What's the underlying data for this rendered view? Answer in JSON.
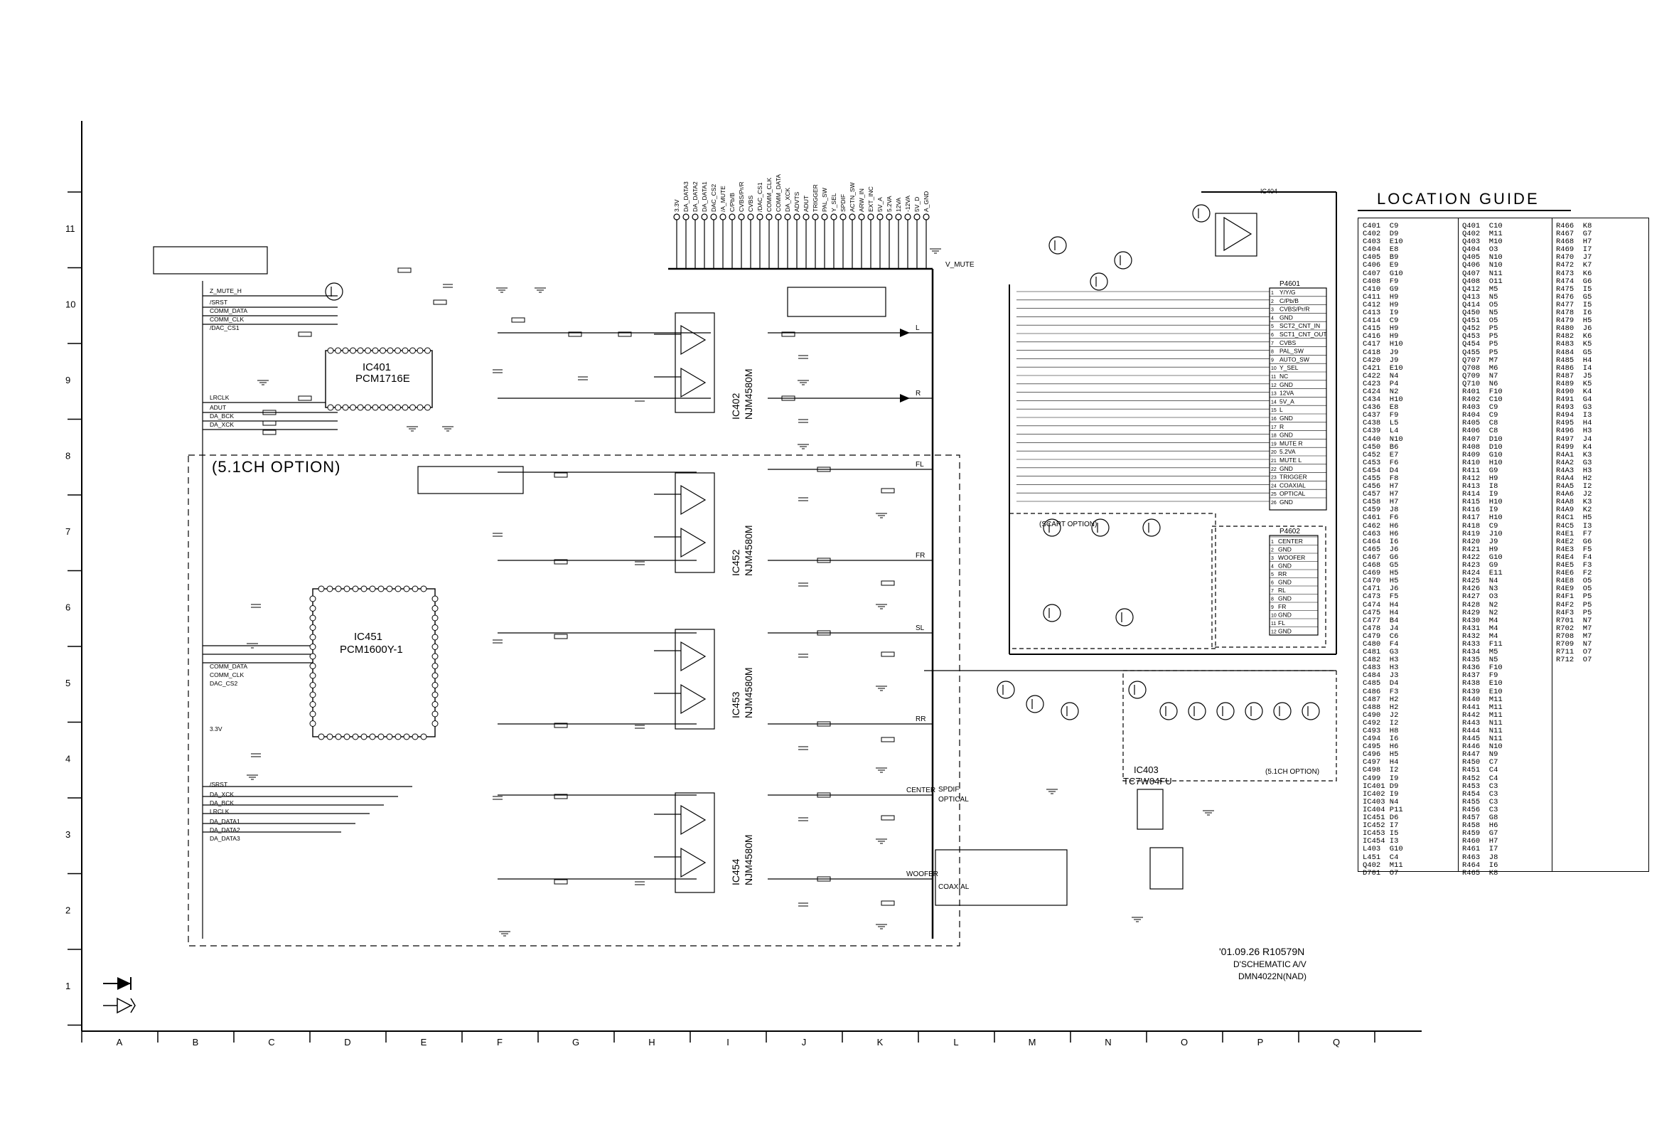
{
  "grid": {
    "columns": [
      "A",
      "B",
      "C",
      "D",
      "E",
      "F",
      "G",
      "H",
      "I",
      "J",
      "K",
      "L",
      "M",
      "N",
      "O",
      "P",
      "Q"
    ],
    "rows": [
      "11",
      "10",
      "9",
      "8",
      "7",
      "6",
      "5",
      "4",
      "3",
      "2",
      "1"
    ]
  },
  "option_box_label": "(5.1CH OPTION)",
  "ics": [
    {
      "ref": "IC401",
      "part": "PCM1716E"
    },
    {
      "ref": "IC451",
      "part": "PCM1600Y-1"
    },
    {
      "ref": "IC402",
      "part": "NJM4580M"
    },
    {
      "ref": "IC452",
      "part": "NJM4580M"
    },
    {
      "ref": "IC453",
      "part": "NJM4580M"
    },
    {
      "ref": "IC454",
      "part": "NJM4580M"
    },
    {
      "ref": "IC403",
      "part": "TC7W04FU"
    },
    {
      "ref": "IC404",
      "part": ""
    }
  ],
  "connector_labels_top": [
    "3.3V",
    "DA_DATA3",
    "DA_DATA2",
    "DA_DATA1",
    "DAC_CS2",
    "/A_MUTE",
    "C/Pb/B",
    "CVBS/Pr/R",
    "CVBS",
    "/DAC_CS1",
    "COMM_CLK",
    "COMM_DATA",
    "DA_XCK",
    "ADVTS",
    "ADUT",
    "TRIGGER",
    "PAL_SW",
    "Y_SEL",
    "SPDIF",
    "ACTN_SW",
    "ARW_IN",
    "EXT_INC",
    "5V_A",
    "5.2VA",
    "12VA",
    "-12VA",
    "5V_D",
    "A_GND"
  ],
  "left_signals": [
    "Z_MUTE_H",
    "/SRST",
    "COMM_DATA",
    "COMM_CLK",
    "/DAC_CS1",
    "LRCLK",
    "ADUT",
    "DA_BCK",
    "DA_XCK",
    "COMM_DATA",
    "COMM_CLK",
    "DAC_CS2",
    "3.3V",
    "/SRST",
    "DA_XCK",
    "DA_BCK",
    "LRCLK",
    "DA_DATA1",
    "DA_DATA2",
    "DA_DATA3"
  ],
  "outputs": [
    "L",
    "R",
    "FL",
    "FR",
    "SL",
    "RR",
    "CENTER",
    "WOOFER",
    "SPDIF",
    "OPTICAL",
    "COAXIAL",
    "V_MUTE"
  ],
  "p4601": {
    "ref": "P4601",
    "pins": [
      "Y/Y/G",
      "C/Pb/B",
      "CVBS/Pr/R",
      "GND",
      "SCT2_CNT_IN",
      "SCT1_CNT_OUT",
      "CVBS",
      "PAL_SW",
      "AUTO_SW",
      "Y_SEL",
      "NC",
      "GND",
      "12VA",
      "5V_A",
      "L",
      "GND",
      "R",
      "GND",
      "MUTE R",
      "5.2VA",
      "MUTE L",
      "GND",
      "TRIGGER",
      "COAXIAL",
      "OPTICAL",
      "GND"
    ]
  },
  "p4602": {
    "ref": "P4602",
    "pins": [
      "CENTER",
      "GND",
      "WOOFER",
      "GND",
      "RR",
      "GND",
      "RL",
      "GND",
      "FR",
      "GND",
      "FL",
      "GND"
    ]
  },
  "scart_option": "(SCART OPTION)",
  "option_51_small": "(5.1CH OPTION)",
  "revision": {
    "line1": "'01.09.26 R10579N",
    "line2": "D'SCHEMATIC A/V",
    "line3": "DMN4022N(NAD)"
  },
  "location_guide": {
    "title": "LOCATION GUIDE",
    "col1": [
      [
        "C401",
        "C9"
      ],
      [
        "C402",
        "D9"
      ],
      [
        "C403",
        "E10"
      ],
      [
        "C404",
        "E8"
      ],
      [
        "C405",
        "B9"
      ],
      [
        "C406",
        "E9"
      ],
      [
        "C407",
        "G10"
      ],
      [
        "C408",
        "F9"
      ],
      [
        "C410",
        "G9"
      ],
      [
        "C411",
        "H9"
      ],
      [
        "C412",
        "H9"
      ],
      [
        "C413",
        "I9"
      ],
      [
        "C414",
        "C9"
      ],
      [
        "C415",
        "H9"
      ],
      [
        "C416",
        "H9"
      ],
      [
        "C417",
        "H10"
      ],
      [
        "C418",
        "J9"
      ],
      [
        "C420",
        "J9"
      ],
      [
        "C421",
        "E10"
      ],
      [
        "C422",
        "N4"
      ],
      [
        "C423",
        "P4"
      ],
      [
        "C424",
        "N2"
      ],
      [
        "C434",
        "H10"
      ],
      [
        "C436",
        "E8"
      ],
      [
        "C437",
        "F9"
      ],
      [
        "C438",
        "L5"
      ],
      [
        "C439",
        "L4"
      ],
      [
        "C440",
        "N10"
      ],
      [
        "C450",
        "B6"
      ],
      [
        "C452",
        "E7"
      ],
      [
        "C453",
        "F6"
      ],
      [
        "C454",
        "D4"
      ],
      [
        "C455",
        "F8"
      ],
      [
        "C456",
        "H7"
      ],
      [
        "C457",
        "H7"
      ],
      [
        "C458",
        "H7"
      ],
      [
        "C459",
        "J8"
      ],
      [
        "C461",
        "F6"
      ],
      [
        "C462",
        "H6"
      ],
      [
        "C463",
        "H6"
      ],
      [
        "C464",
        "I6"
      ],
      [
        "C465",
        "J6"
      ],
      [
        "C467",
        "G6"
      ],
      [
        "C468",
        "G5"
      ],
      [
        "C469",
        "H5"
      ],
      [
        "C470",
        "H5"
      ],
      [
        "C471",
        "J6"
      ],
      [
        "C473",
        "F5"
      ],
      [
        "C474",
        "H4"
      ],
      [
        "C475",
        "H4"
      ],
      [
        "C477",
        "B4"
      ],
      [
        "C478",
        "J4"
      ],
      [
        "C479",
        "C6"
      ],
      [
        "C480",
        "F4"
      ],
      [
        "C481",
        "G3"
      ],
      [
        "C482",
        "H3"
      ],
      [
        "C483",
        "H3"
      ],
      [
        "C484",
        "J3"
      ],
      [
        "C485",
        "D4"
      ],
      [
        "C486",
        "F3"
      ],
      [
        "C487",
        "H2"
      ],
      [
        "C488",
        "H2"
      ],
      [
        "C490",
        "J2"
      ],
      [
        "C492",
        "I2"
      ],
      [
        "C493",
        "H8"
      ],
      [
        "C494",
        "I6"
      ],
      [
        "C495",
        "H6"
      ],
      [
        "C496",
        "H5"
      ],
      [
        "C497",
        "H4"
      ],
      [
        "C498",
        "I2"
      ],
      [
        "C499",
        "I9"
      ],
      [
        "IC401",
        "D9"
      ],
      [
        "IC402",
        "I9"
      ],
      [
        "IC403",
        "N4"
      ],
      [
        "IC404",
        "P11"
      ],
      [
        "IC451",
        "D6"
      ],
      [
        "IC452",
        "I7"
      ],
      [
        "IC453",
        "I5"
      ],
      [
        "IC454",
        "I3"
      ],
      [
        "L403",
        "G10"
      ],
      [
        "L451",
        "C4"
      ],
      [
        "Q402",
        "M11"
      ],
      [
        "D701",
        "O7"
      ]
    ],
    "col2": [
      [
        "Q401",
        "C10"
      ],
      [
        "Q402",
        "M11"
      ],
      [
        "Q403",
        "M10"
      ],
      [
        "Q404",
        "O3"
      ],
      [
        "Q405",
        "N10"
      ],
      [
        "Q406",
        "N10"
      ],
      [
        "Q407",
        "N11"
      ],
      [
        "Q408",
        "O11"
      ],
      [
        "Q412",
        "M5"
      ],
      [
        "Q413",
        "N5"
      ],
      [
        "Q414",
        "O5"
      ],
      [
        "Q450",
        "N5"
      ],
      [
        "Q451",
        "O5"
      ],
      [
        "Q452",
        "P5"
      ],
      [
        "Q453",
        "P5"
      ],
      [
        "Q454",
        "P5"
      ],
      [
        "Q455",
        "P5"
      ],
      [
        "Q707",
        "M7"
      ],
      [
        "Q708",
        "M6"
      ],
      [
        "Q709",
        "N7"
      ],
      [
        "Q710",
        "N6"
      ],
      [
        "R401",
        "F10"
      ],
      [
        "R402",
        "C10"
      ],
      [
        "R403",
        "C9"
      ],
      [
        "R404",
        "C9"
      ],
      [
        "R405",
        "C8"
      ],
      [
        "R406",
        "C8"
      ],
      [
        "R407",
        "D10"
      ],
      [
        "R408",
        "D10"
      ],
      [
        "R409",
        "G10"
      ],
      [
        "R410",
        "H10"
      ],
      [
        "R411",
        "G9"
      ],
      [
        "R412",
        "H9"
      ],
      [
        "R413",
        "I8"
      ],
      [
        "R414",
        "I9"
      ],
      [
        "R415",
        "H10"
      ],
      [
        "R416",
        "I9"
      ],
      [
        "R417",
        "H10"
      ],
      [
        "R418",
        "C9"
      ],
      [
        "R419",
        "J10"
      ],
      [
        "R420",
        "J9"
      ],
      [
        "R421",
        "H9"
      ],
      [
        "R422",
        "G10"
      ],
      [
        "R423",
        "G9"
      ],
      [
        "R424",
        "E11"
      ],
      [
        "R425",
        "N4"
      ],
      [
        "R426",
        "N3"
      ],
      [
        "R427",
        "O3"
      ],
      [
        "R428",
        "N2"
      ],
      [
        "R429",
        "N2"
      ],
      [
        "R430",
        "M4"
      ],
      [
        "R431",
        "M4"
      ],
      [
        "R432",
        "M4"
      ],
      [
        "R433",
        "F11"
      ],
      [
        "R434",
        "M5"
      ],
      [
        "R435",
        "N5"
      ],
      [
        "R436",
        "F10"
      ],
      [
        "R437",
        "F9"
      ],
      [
        "R438",
        "E10"
      ],
      [
        "R439",
        "E10"
      ],
      [
        "R440",
        "M11"
      ],
      [
        "R441",
        "M11"
      ],
      [
        "R442",
        "M11"
      ],
      [
        "R443",
        "N11"
      ],
      [
        "R444",
        "N11"
      ],
      [
        "R445",
        "N11"
      ],
      [
        "R446",
        "N10"
      ],
      [
        "R447",
        "N9"
      ],
      [
        "R450",
        "C7"
      ],
      [
        "R451",
        "C4"
      ],
      [
        "R452",
        "C4"
      ],
      [
        "R453",
        "C3"
      ],
      [
        "R454",
        "C3"
      ],
      [
        "R455",
        "C3"
      ],
      [
        "R456",
        "C3"
      ],
      [
        "R457",
        "G8"
      ],
      [
        "R458",
        "H6"
      ],
      [
        "R459",
        "G7"
      ],
      [
        "R460",
        "H7"
      ],
      [
        "R461",
        "I7"
      ],
      [
        "R463",
        "J8"
      ],
      [
        "R464",
        "I6"
      ],
      [
        "R465",
        "K8"
      ]
    ],
    "col3": [
      [
        "R466",
        "K8"
      ],
      [
        "R467",
        "G7"
      ],
      [
        "R468",
        "H7"
      ],
      [
        "R469",
        "I7"
      ],
      [
        "R470",
        "J7"
      ],
      [
        "R472",
        "K7"
      ],
      [
        "R473",
        "K6"
      ],
      [
        "R474",
        "G6"
      ],
      [
        "R475",
        "I5"
      ],
      [
        "R476",
        "G5"
      ],
      [
        "R477",
        "I5"
      ],
      [
        "R478",
        "I6"
      ],
      [
        "R479",
        "H5"
      ],
      [
        "R480",
        "J6"
      ],
      [
        "R482",
        "K6"
      ],
      [
        "R483",
        "K5"
      ],
      [
        "R484",
        "G5"
      ],
      [
        "R485",
        "H4"
      ],
      [
        "R486",
        "I4"
      ],
      [
        "R487",
        "J5"
      ],
      [
        "R489",
        "K5"
      ],
      [
        "R490",
        "K4"
      ],
      [
        "R491",
        "G4"
      ],
      [
        "R493",
        "G3"
      ],
      [
        "R494",
        "I3"
      ],
      [
        "R495",
        "H4"
      ],
      [
        "R496",
        "H3"
      ],
      [
        "R497",
        "J4"
      ],
      [
        "R499",
        "K4"
      ],
      [
        "R4A1",
        "K3"
      ],
      [
        "R4A2",
        "G3"
      ],
      [
        "R4A3",
        "H3"
      ],
      [
        "R4A4",
        "H2"
      ],
      [
        "R4A5",
        "I2"
      ],
      [
        "R4A6",
        "J2"
      ],
      [
        "R4A8",
        "K3"
      ],
      [
        "R4A9",
        "K2"
      ],
      [
        "R4C1",
        "H5"
      ],
      [
        "R4C5",
        "I3"
      ],
      [
        "R4E1",
        "F7"
      ],
      [
        "R4E2",
        "G6"
      ],
      [
        "R4E3",
        "F5"
      ],
      [
        "R4E4",
        "F4"
      ],
      [
        "R4E5",
        "F3"
      ],
      [
        "R4E6",
        "F2"
      ],
      [
        "R4E8",
        "O5"
      ],
      [
        "R4E9",
        "O5"
      ],
      [
        "R4F1",
        "P5"
      ],
      [
        "R4F2",
        "P5"
      ],
      [
        "R4F3",
        "P5"
      ],
      [
        "R701",
        "N7"
      ],
      [
        "R702",
        "M7"
      ],
      [
        "R708",
        "M7"
      ],
      [
        "R709",
        "N7"
      ],
      [
        "R711",
        "O7"
      ],
      [
        "R712",
        "O7"
      ]
    ]
  },
  "legend": {
    "solid_arrow": "",
    "hollow_arrow": ""
  }
}
